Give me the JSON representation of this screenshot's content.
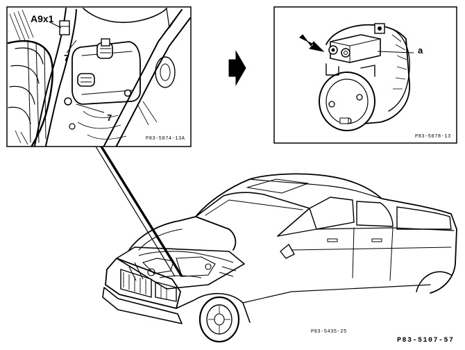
{
  "detail_left": {
    "label_connector": "A9x1",
    "label_bolt_upper": "7",
    "label_bolt_lower": "7",
    "figure_code": "P83-5074-13A"
  },
  "detail_right": {
    "label_a": "a",
    "figure_code": "P83-5078-13"
  },
  "vehicle": {
    "figure_code": "P83-5435-25"
  },
  "figure_number": "P83-5107-57",
  "icons": {
    "transition_arrow": "right-arrow-icon",
    "pointer_arrow": "pointer-arrow-icon"
  }
}
